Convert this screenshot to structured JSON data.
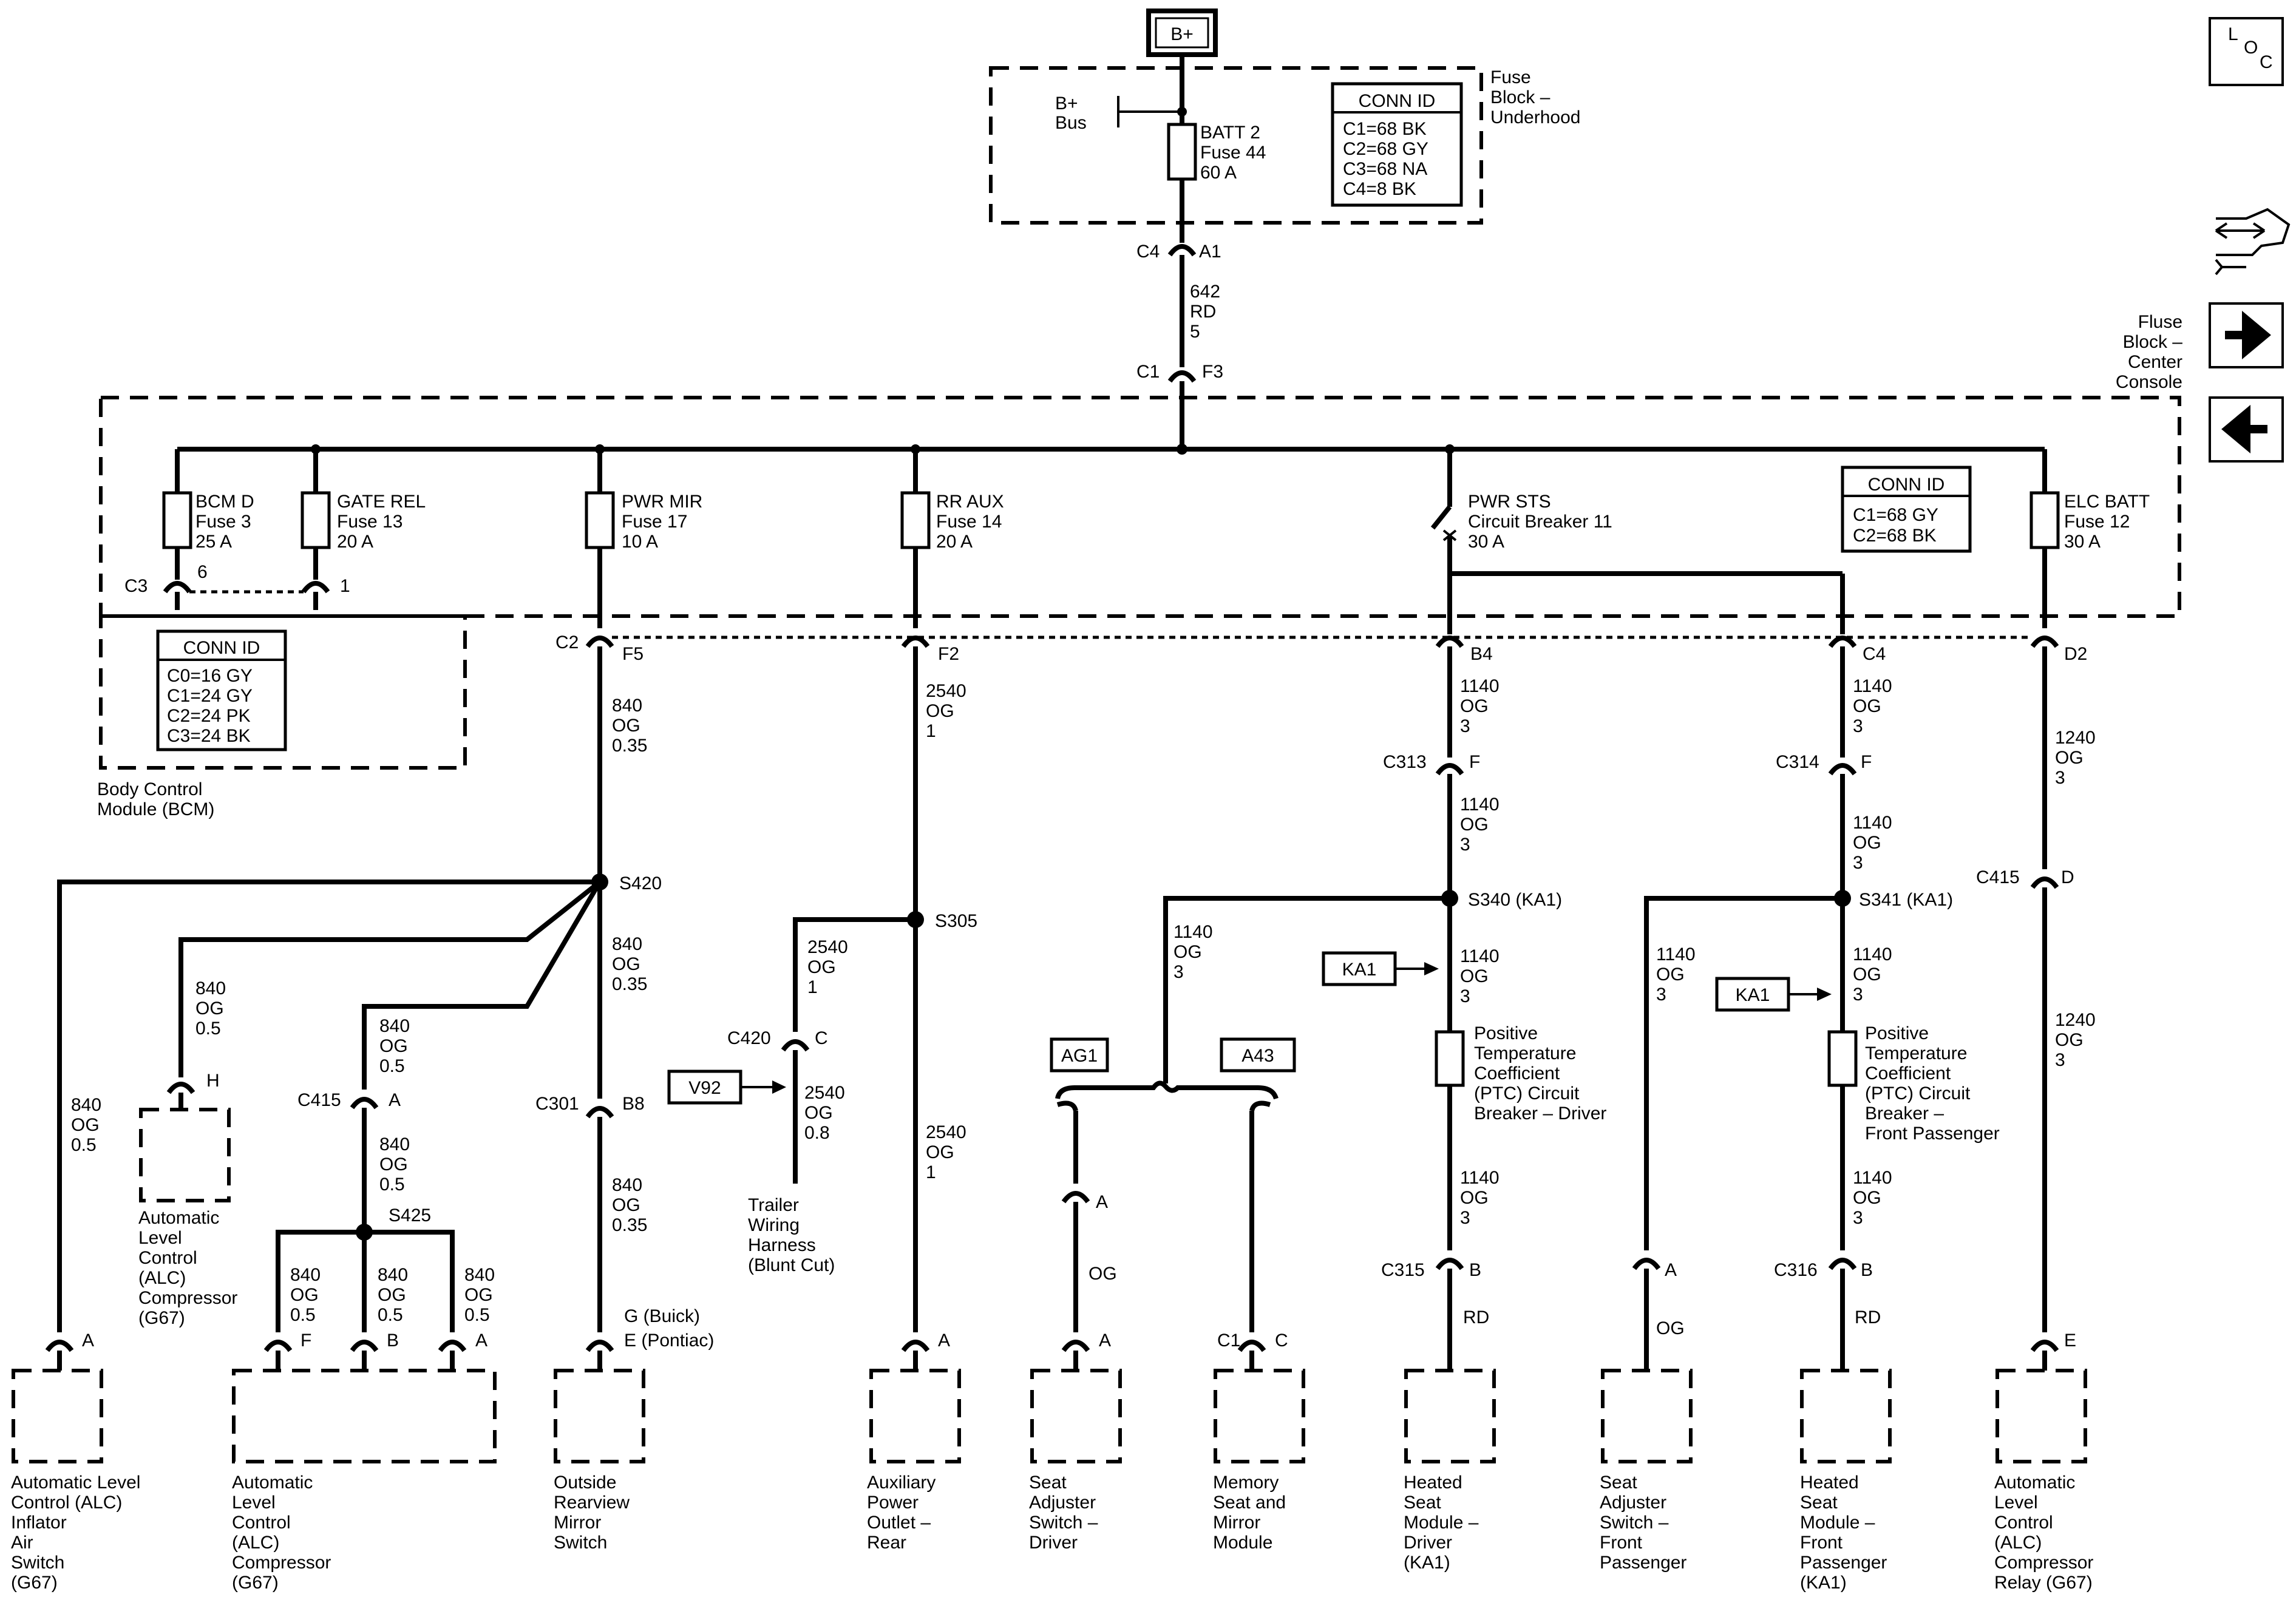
{
  "source": {
    "label": "B+"
  },
  "loc_icon": {
    "letters": [
      "L",
      "O",
      "C"
    ]
  },
  "nav": {
    "next": "next-page",
    "prev": "previous-page"
  },
  "underhood": {
    "title": [
      "Fuse",
      "Block –",
      "Underhood"
    ],
    "bus": [
      "B+",
      "Bus"
    ],
    "fuse": [
      "BATT 2",
      "Fuse 44",
      "60 A"
    ],
    "conn_id": {
      "title": "CONN ID",
      "rows": [
        "C1=68 BK",
        "C2=68 GY",
        "C3=68 NA",
        "C4=8 BK"
      ]
    },
    "pin_left": "C4",
    "pin_right": "A1"
  },
  "feed_wire": [
    "642",
    "RD",
    "5"
  ],
  "center_console": {
    "title": [
      "Fluse",
      "Block –",
      "Center",
      "Console"
    ],
    "pin_left": "C1",
    "pin_right": "F3",
    "conn_id": {
      "title": "CONN ID",
      "rows": [
        "C1=68 GY",
        "C2=68 BK"
      ]
    },
    "fuses": [
      {
        "label": [
          "BCM D",
          "Fuse 3",
          "25 A"
        ]
      },
      {
        "label": [
          "GATE REL",
          "Fuse 13",
          "20 A"
        ]
      },
      {
        "label": [
          "PWR MIR",
          "Fuse 17",
          "10 A"
        ]
      },
      {
        "label": [
          "RR AUX",
          "Fuse 14",
          "20 A"
        ]
      },
      {
        "label": [
          "PWR STS",
          "Circuit Breaker 11",
          "30 A"
        ]
      },
      {
        "label": [
          "ELC BATT",
          "Fuse 12",
          "30 A"
        ]
      }
    ]
  },
  "bcm": {
    "title": [
      "Body Control",
      "Module (BCM)"
    ],
    "conn_id": {
      "title": "CONN ID",
      "rows": [
        "C0=16 GY",
        "C1=24 GY",
        "C2=24 PK",
        "C3=24 BK"
      ]
    },
    "c3": "C3",
    "pin6": "6",
    "pin1": "1"
  },
  "pins": {
    "c2": "C2",
    "f5": "F5",
    "f2": "F2",
    "b4": "B4",
    "c4": "C4",
    "d2": "D2",
    "c313": "C313",
    "f313": "F",
    "c314": "C314",
    "f314": "F",
    "c415_right": "C415",
    "d415": "D",
    "c415_left": "C415",
    "a415": "A",
    "c301": "C301",
    "b8": "B8",
    "c420": "C420",
    "c420_pin": "C",
    "c315": "C315",
    "b315": "B",
    "c316": "C316",
    "b316": "B",
    "h": "H",
    "a_alc_air": "A",
    "f": "F",
    "b": "B",
    "a": "A",
    "mirror_pins": [
      "G (Buick)",
      "E (Pontiac)"
    ],
    "a_aux": "A",
    "a_seat_drv_top": "A",
    "a_seat_drv": "A",
    "c1_mem": "C1",
    "c_mem": "C",
    "a_seat_pass": "A",
    "e_relay": "E"
  },
  "wires": {
    "w840_035_a": [
      "840",
      "OG",
      "0.35"
    ],
    "w840_035_b": [
      "840",
      "OG",
      "0.35"
    ],
    "w840_035_c": [
      "840",
      "OG",
      "0.35"
    ],
    "w840_05_h": [
      "840",
      "OG",
      "0.5"
    ],
    "w840_05_left": [
      "840",
      "OG",
      "0.5"
    ],
    "w840_05_c415": [
      "840",
      "OG",
      "0.5"
    ],
    "w840_05_c415b": [
      "840",
      "OG",
      "0.5"
    ],
    "w840_05_f": [
      "840",
      "OG",
      "0.5"
    ],
    "w840_05_b": [
      "840",
      "OG",
      "0.5"
    ],
    "w840_05_a": [
      "840",
      "OG",
      "0.5"
    ],
    "w2540_1_a": [
      "2540",
      "OG",
      "1"
    ],
    "w2540_1_b": [
      "2540",
      "OG",
      "1"
    ],
    "w2540_1_c": [
      "2540",
      "OG",
      "1"
    ],
    "w2540_08": [
      "2540",
      "OG",
      "0.8"
    ],
    "w1140_3_a": [
      "1140",
      "OG",
      "3"
    ],
    "w1140_3_b": [
      "1140",
      "OG",
      "3"
    ],
    "w1140_3_c": [
      "1140",
      "OG",
      "3"
    ],
    "w1140_3_d": [
      "1140",
      "OG",
      "3"
    ],
    "w1140_3_e": [
      "1140",
      "OG",
      "3"
    ],
    "w1140_3_f": [
      "1140",
      "OG",
      "3"
    ],
    "w1140_3_g": [
      "1140",
      "OG",
      "3"
    ],
    "w1140_3_h": [
      "1140",
      "OG",
      "3"
    ],
    "w1140_3_i": [
      "1140",
      "OG",
      "3"
    ],
    "w1140_3_j": [
      "1140",
      "OG",
      "3"
    ],
    "w1240_3_a": [
      "1240",
      "OG",
      "3"
    ],
    "w1240_3_b": [
      "1240",
      "OG",
      "3"
    ],
    "og_drv": "OG",
    "og_pass": "OG",
    "rd_drv": "RD",
    "rd_pass": "RD"
  },
  "splices": {
    "s420": "S420",
    "s305": "S305",
    "s340": "S340 (KA1)",
    "s341": "S341 (KA1)",
    "s425": "S425"
  },
  "options": {
    "ka1_a": "KA1",
    "ka1_b": "KA1",
    "v92": "V92",
    "ag1": "AG1",
    "a43": "A43"
  },
  "ptc": {
    "driver": [
      "Positive",
      "Temperature",
      "Coefficient",
      "(PTC) Circuit",
      "Breaker – Driver"
    ],
    "passenger": [
      "Positive",
      "Temperature",
      "Coefficient",
      "(PTC) Circuit",
      "Breaker –",
      "Front Passenger"
    ]
  },
  "components": {
    "alc_air_switch": [
      "Automatic Level",
      "Control (ALC)",
      "Inflator",
      "Air",
      "Switch",
      "(G67)"
    ],
    "alc_compressor_h": [
      "Automatic",
      "Level",
      "Control",
      "(ALC)",
      "Compressor",
      "(G67)"
    ],
    "alc_compressor": [
      "Automatic",
      "Level",
      "Control",
      "(ALC)",
      "Compressor",
      "(G67)"
    ],
    "mirror_switch": [
      "Outside",
      "Rearview",
      "Mirror",
      "Switch"
    ],
    "trailer": [
      "Trailer",
      "Wiring",
      "Harness",
      "(Blunt Cut)"
    ],
    "aux_outlet": [
      "Auxiliary",
      "Power",
      "Outlet –",
      "Rear"
    ],
    "seat_switch_driver": [
      "Seat",
      "Adjuster",
      "Switch –",
      "Driver"
    ],
    "memory_seat": [
      "Memory",
      "Seat and",
      "Mirror",
      "Module"
    ],
    "heated_driver": [
      "Heated",
      "Seat",
      "Module –",
      "Driver",
      "(KA1)"
    ],
    "seat_switch_pass": [
      "Seat",
      "Adjuster",
      "Switch –",
      "Front",
      "Passenger"
    ],
    "heated_pass": [
      "Heated",
      "Seat",
      "Module –",
      "Front",
      "Passenger",
      "(KA1)"
    ],
    "alc_relay": [
      "Automatic",
      "Level",
      "Control",
      "(ALC)",
      "Compressor",
      "Relay (G67)"
    ]
  }
}
